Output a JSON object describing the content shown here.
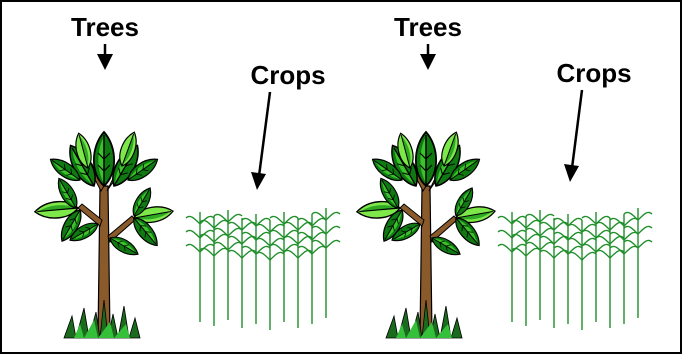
{
  "labels": {
    "trees_left": "Trees",
    "crops_left": "Crops",
    "trees_right": "Trees",
    "crops_right": "Crops"
  },
  "colors": {
    "border": "#000000",
    "leaf_dark": "#0f7a12",
    "leaf_light": "#6fe23a",
    "trunk": "#8a5a2b",
    "crop_green": "#1f8f2a",
    "grass": "#1b6b1e"
  },
  "panels": [
    {
      "icon": "tree-icon",
      "crop_icon": "wheat-crop-icon"
    },
    {
      "icon": "tree-icon",
      "crop_icon": "wheat-crop-icon"
    }
  ]
}
